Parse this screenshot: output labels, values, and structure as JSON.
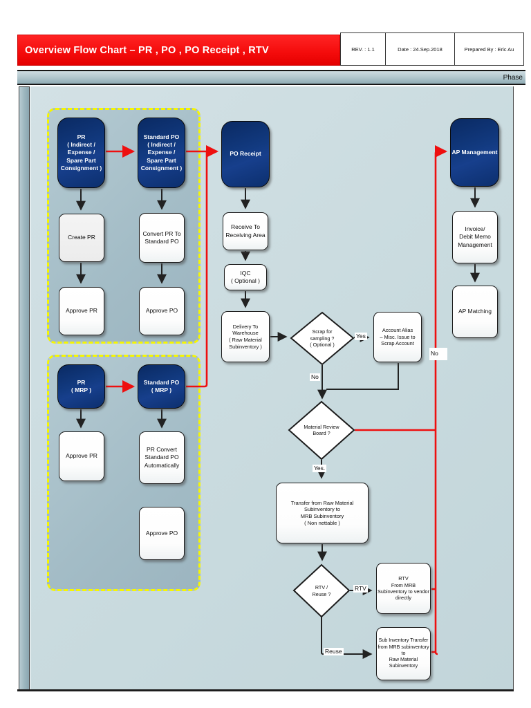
{
  "header": {
    "title": "Overview Flow Chart – PR , PO , PO Receipt , RTV",
    "rev": "REV. : 1.1",
    "date": "Date : 24.Sep.2018",
    "prepared_by": "Prepared By : Eric Au"
  },
  "phase_bar": {
    "label": "Phase"
  },
  "colors": {
    "header_red": "#f40b0b",
    "navy_node": "#123a80",
    "lane_background": "#c8dade",
    "group_background": "#a3bcc6",
    "group_border_yellow": "#f6f600",
    "connector_red": "#ee0f0f",
    "connector_black": "#222222"
  },
  "nodes": {
    "pr_indirect": {
      "label": "PR\n( Indirect /\nExpense /\nSpare Part\nConsignment )"
    },
    "po_indirect": {
      "label": "Standard PO\n( Indirect /\nExpense /\nSpare Part\nConsignment )"
    },
    "create_pr": {
      "label": "Create PR"
    },
    "convert_pr": {
      "label": "Convert PR To\nStandard PO"
    },
    "approve_pr_1": {
      "label": "Approve PR"
    },
    "approve_po_1": {
      "label": "Approve PO"
    },
    "pr_mrp": {
      "label": "PR\n( MRP )"
    },
    "po_mrp": {
      "label": "Standard PO\n( MRP )"
    },
    "approve_pr_2": {
      "label": "Approve PR"
    },
    "pr_convert_auto": {
      "label": "PR Convert\nStandard PO\nAutomatically"
    },
    "approve_po_2": {
      "label": "Approve PO"
    },
    "po_receipt": {
      "label": "PO Receipt"
    },
    "receive_area": {
      "label": "Receive To\nReceiving Area"
    },
    "iqc": {
      "label": "IQC\n( Optional )"
    },
    "delivery_wh": {
      "label": "Delivery To\nWarehouse\n( Raw Material\nSubinventory )"
    },
    "scrap_decision": {
      "label": "Scrap for\nsampling ?\n( Optional )"
    },
    "account_alias": {
      "label": "Account Alias\n– Misc. Issue to\nScrap Account"
    },
    "mrb_decision": {
      "label": "Material Review\nBoard ?"
    },
    "transfer_mrb": {
      "label": "Transfer from Raw Material Subinventory to\nMRB Subinventory\n( Non nettable )"
    },
    "rtv_decision": {
      "label": "RTV /\nReuse ?"
    },
    "rtv_vendor": {
      "label": "RTV\nFrom MRB\nSubinventory to vendor\ndirectly"
    },
    "sub_inv_transfer": {
      "label": "Sub Inventory Transfer\nfrom MRB subinventory to\nRaw Material\nSubinventory"
    },
    "ap_mgmt": {
      "label": "AP Management"
    },
    "invoice_memo": {
      "label": "Invoice/\nDebit Memo\nManagement"
    },
    "ap_matching": {
      "label": "AP Matching"
    }
  },
  "edge_labels": {
    "scrap_yes": "Yes",
    "scrap_no": "No",
    "mrb_yes": "Yes.",
    "mrb_no": "No",
    "rtv": "RTV",
    "reuse": "Reuse"
  }
}
